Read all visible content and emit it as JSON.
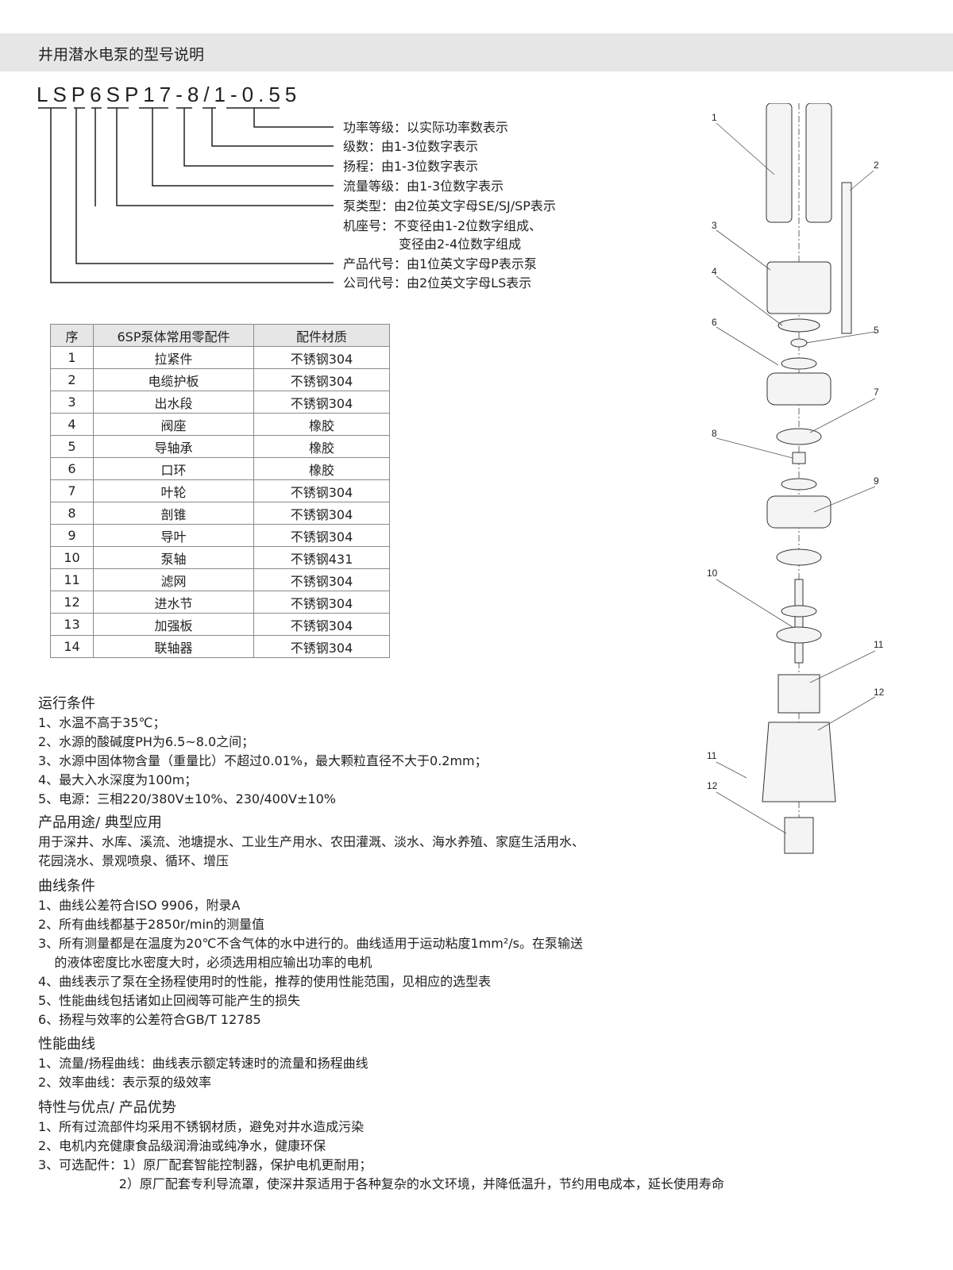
{
  "header": {
    "title": "井用潜水电泵的型号说明"
  },
  "model": {
    "code": "LSP6SP17-8/1-0.55",
    "descriptions": [
      "功率等级：以实际功率数表示",
      "级数：由1-3位数字表示",
      "扬程：由1-3位数字表示",
      "流量等级：由1-3位数字表示",
      "泵类型：由2位英文字母SE/SJ/SP表示",
      "机座号：不变径由1-2位数字组成、",
      "变径由2-4位数字组成",
      "产品代号：由1位英文字母P表示泵",
      "公司代号：由2位英文字母LS表示"
    ]
  },
  "table": {
    "headers": [
      "序",
      "6SP泵体常用零配件",
      "配件材质"
    ],
    "rows": [
      [
        "1",
        "拉紧件",
        "不锈钢304"
      ],
      [
        "2",
        "电缆护板",
        "不锈钢304"
      ],
      [
        "3",
        "出水段",
        "不锈钢304"
      ],
      [
        "4",
        "阀座",
        "橡胶"
      ],
      [
        "5",
        "导轴承",
        "橡胶"
      ],
      [
        "6",
        "口环",
        "橡胶"
      ],
      [
        "7",
        "叶轮",
        "不锈钢304"
      ],
      [
        "8",
        "剖锥",
        "不锈钢304"
      ],
      [
        "9",
        "导叶",
        "不锈钢304"
      ],
      [
        "10",
        "泵轴",
        "不锈钢431"
      ],
      [
        "11",
        "滤网",
        "不锈钢304"
      ],
      [
        "12",
        "进水节",
        "不锈钢304"
      ],
      [
        "13",
        "加强板",
        "不锈钢304"
      ],
      [
        "14",
        "联轴器",
        "不锈钢304"
      ]
    ]
  },
  "sections": [
    {
      "title": "运行条件",
      "lines": [
        "1、水温不高于35℃；",
        "2、水源的酸碱度PH为6.5~8.0之间；",
        "3、水源中固体物含量（重量比）不超过0.01%，最大颗粒直径不大于0.2mm；",
        "4、最大入水深度为100m；",
        "5、电源：三相220/380V±10%、230/400V±10%"
      ]
    },
    {
      "title": "产品用途/ 典型应用",
      "lines": [
        "用于深井、水库、溪流、池塘提水、工业生产用水、农田灌溉、淡水、海水养殖、家庭生活用水、",
        "花园浇水、景观喷泉、循环、增压"
      ]
    },
    {
      "title": "曲线条件",
      "lines": [
        "1、曲线公差符合ISO 9906，附录A",
        "2、所有曲线都基于2850r/min的测量值",
        "3、所有测量都是在温度为20℃不含气体的水中进行的。曲线适用于运动粘度1mm²/s。在泵输送",
        "    的液体密度比水密度大时，必须选用相应输出功率的电机",
        "4、曲线表示了泵在全扬程使用时的性能，推荐的使用性能范围，见相应的选型表",
        "5、性能曲线包括诸如止回阀等可能产生的损失",
        "6、扬程与效率的公差符合GB/T 12785"
      ]
    },
    {
      "title": "性能曲线",
      "lines": [
        "1、流量/扬程曲线：曲线表示额定转速时的流量和扬程曲线",
        "2、效率曲线：表示泵的级效率"
      ]
    },
    {
      "title": "特性与优点/ 产品优势",
      "lines": [
        "1、所有过流部件均采用不锈钢材质，避免对井水造成污染",
        "2、电机内充健康食品级润滑油或纯净水，健康环保",
        "3、可选配件：1）原厂配套智能控制器，保护电机更耐用；",
        "                    2）原厂配套专利导流罩，使深井泵适用于各种复杂的水文环境，并降低温升，节约用电成本，延长使用寿命"
      ]
    }
  ],
  "diagram": {
    "labels": [
      "1",
      "2",
      "3",
      "4",
      "5",
      "6",
      "7",
      "8",
      "9",
      "10",
      "11",
      "12",
      "11",
      "12"
    ]
  }
}
